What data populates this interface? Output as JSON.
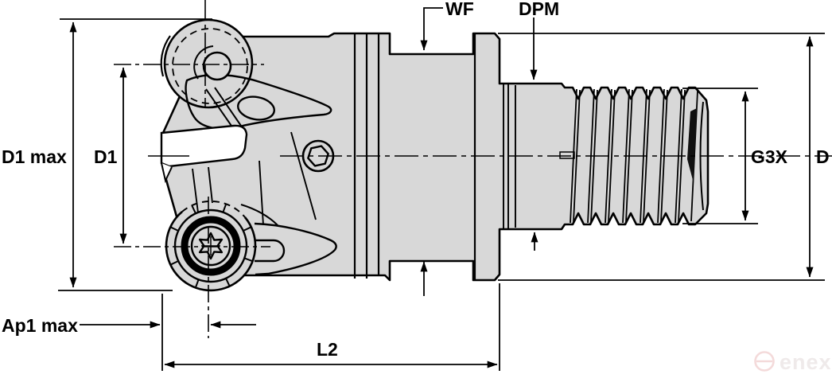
{
  "drawing": {
    "type": "engineering-drawing",
    "subject": "modular milling cutter with round inserts and threaded adapter shank, side view",
    "labels": {
      "d1_max": "D1 max",
      "d1": "D1",
      "wf": "WF",
      "dpm": "DPM",
      "g3x": "G3X",
      "d": "D",
      "ap1_max": "Ap1 max",
      "l2": "L2"
    },
    "watermark": {
      "brand": "enex"
    },
    "colors": {
      "background": "#ffffff",
      "body_fill": "#d8d8d8",
      "line": "#000000",
      "watermark_accent": "#f4dada",
      "watermark_text": "#efeaea"
    }
  }
}
